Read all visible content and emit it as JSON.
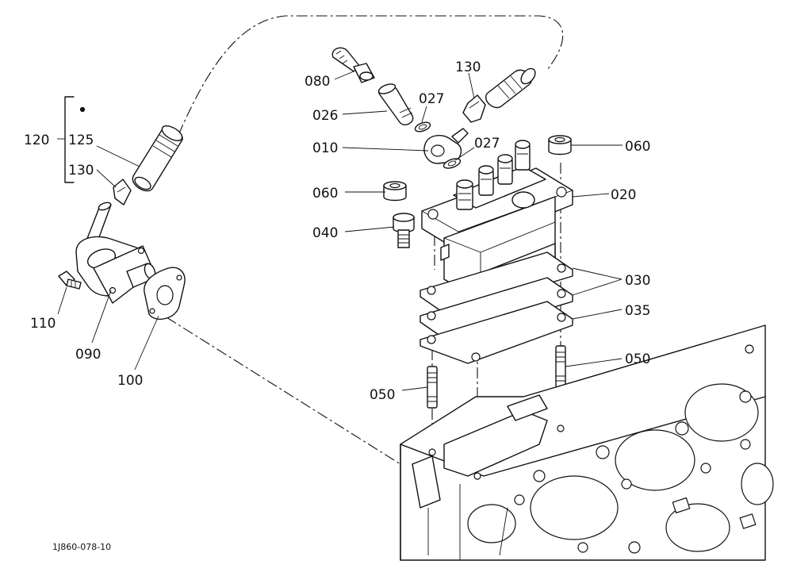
{
  "part_labels": {
    "p120": "120",
    "p125": "125",
    "p130a": "130",
    "p110": "110",
    "p090": "090",
    "p100": "100",
    "p080": "080",
    "p026": "026",
    "p027a": "027",
    "p130b": "130",
    "p010": "010",
    "p027b": "027",
    "p060a": "060",
    "p060b": "060",
    "p020": "020",
    "p040": "040",
    "p030": "030",
    "p035": "035",
    "p050a": "050",
    "p050b": "050"
  },
  "drawing_code": "1J860-078-10"
}
